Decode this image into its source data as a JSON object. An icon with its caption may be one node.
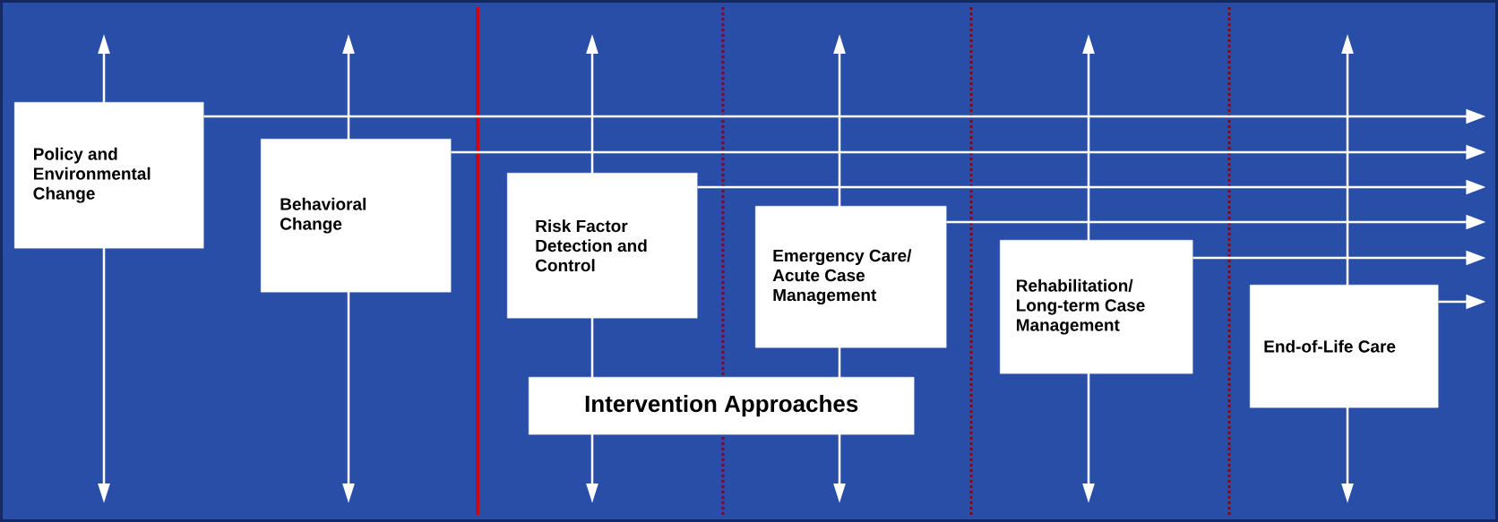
{
  "diagram": {
    "nodes": [
      {
        "text": [
          "Policy and Environmental Change"
        ]
      },
      {
        "text": [
          "Behavioral Change"
        ]
      },
      {
        "text": [
          "Risk Factor Detection and Control"
        ]
      },
      {
        "text": [
          "Emergency Care/ Acute Case Management"
        ]
      },
      {
        "text": [
          "Rehabilitation/ Long-term Case Management"
        ]
      },
      {
        "text": [
          "End-of-Life Care"
        ]
      },
      {
        "text": [
          "Intervention Approaches"
        ]
      }
    ],
    "edges": [
      {
        "from": 0,
        "to": null,
        "arrow": "to"
      },
      {
        "from": 1,
        "to": null,
        "arrow": "to"
      },
      {
        "from": 2,
        "to": null,
        "arrow": "to"
      },
      {
        "from": 3,
        "to": null,
        "arrow": "to"
      },
      {
        "from": 4,
        "to": null,
        "arrow": "to"
      },
      {
        "from": 5,
        "to": null,
        "arrow": "to"
      }
    ]
  }
}
